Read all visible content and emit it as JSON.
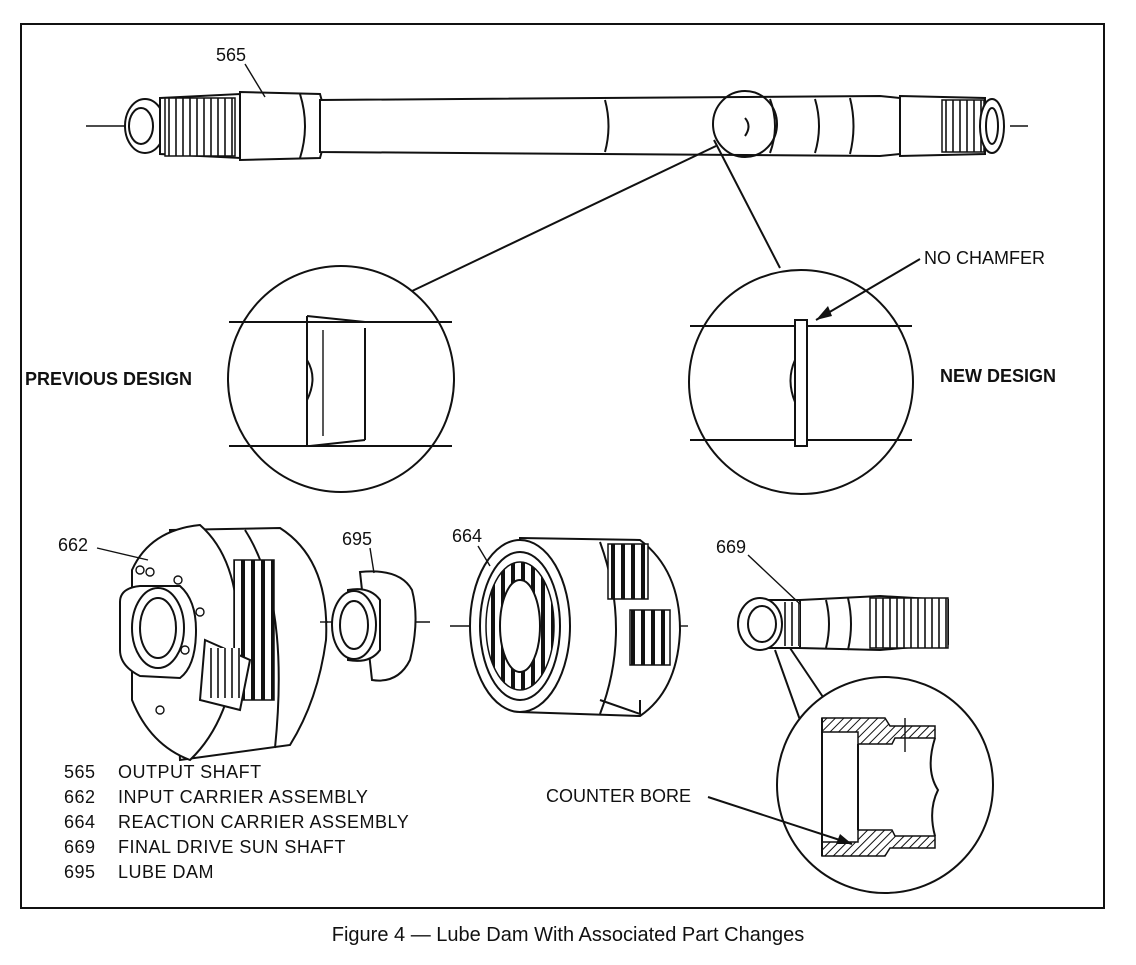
{
  "figure": {
    "caption": "Figure 4 — Lube Dam With Associated Part Changes"
  },
  "callouts": {
    "c565": "565",
    "c662": "662",
    "c695": "695",
    "c664": "664",
    "c669": "669"
  },
  "details": {
    "previous_design": "PREVIOUS DESIGN",
    "new_design": "NEW DESIGN",
    "no_chamfer": "NO CHAMFER",
    "counter_bore": "COUNTER BORE"
  },
  "legend": [
    {
      "num": "565",
      "name": "OUTPUT SHAFT"
    },
    {
      "num": "662",
      "name": "INPUT CARRIER ASSEMBLY"
    },
    {
      "num": "664",
      "name": "REACTION CARRIER ASSEMBLY"
    },
    {
      "num": "669",
      "name": "FINAL DRIVE SUN SHAFT"
    },
    {
      "num": "695",
      "name": "LUBE DAM"
    }
  ]
}
